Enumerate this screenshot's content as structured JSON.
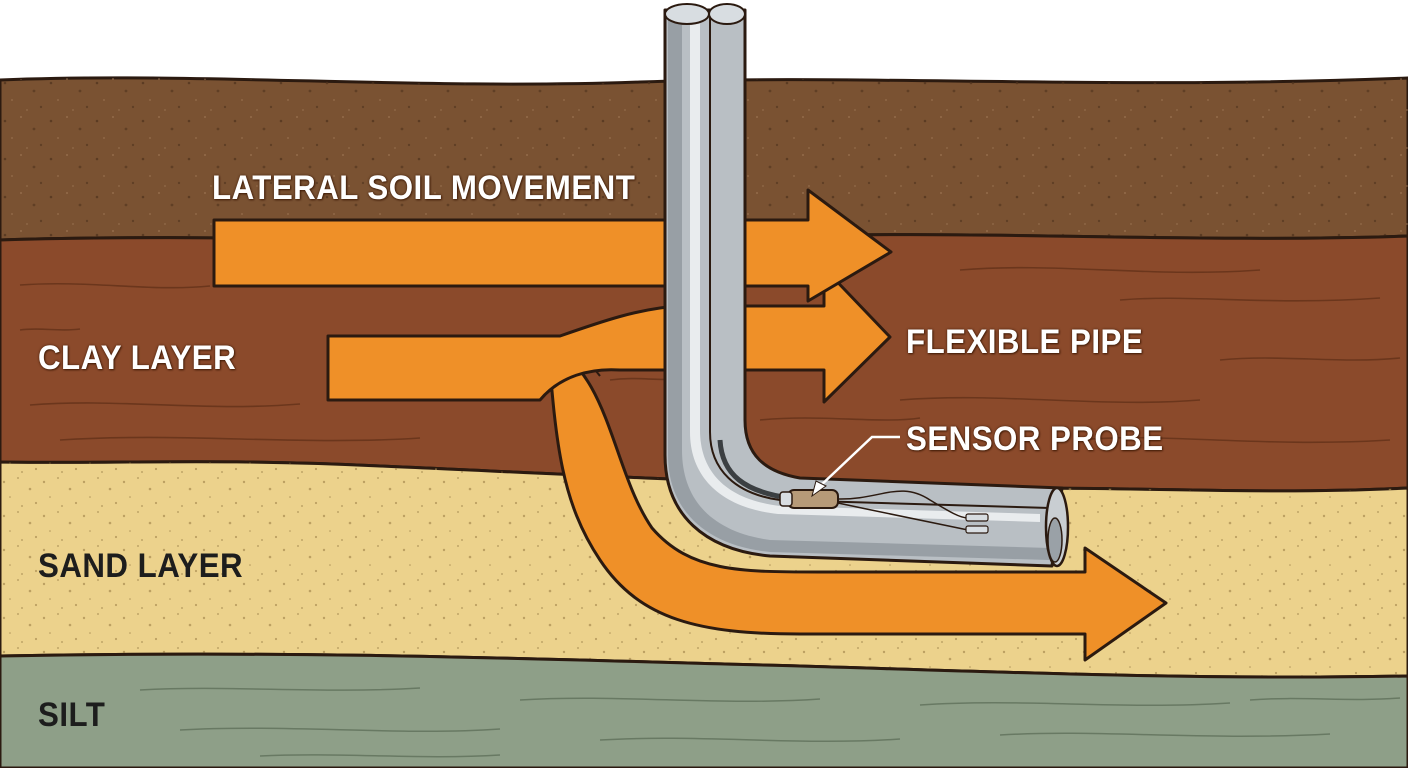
{
  "labels": {
    "lateral_soil_movement": "LATERAL SOIL MOVEMENT",
    "clay_layer": "CLAY LAYER",
    "flexible_pipe": "FLEXIBLE PIPE",
    "sensor_probe": "SENSOR PROBE",
    "sand_layer": "SAND LAYER",
    "silt": "SILT"
  },
  "colors": {
    "sky": "#ffffff",
    "topsoil": "#7a5232",
    "clay": "#8b4a2b",
    "sand": "#ecd28c",
    "silt": "#8e9f88",
    "arrow": "#ef9028",
    "arrow_outline": "#2b1a10",
    "pipe": "#b9bfc4",
    "pipe_highlight": "#eef1f3",
    "pipe_shadow": "#7d858c",
    "sensor": "#b69a78"
  },
  "icons": {
    "movement_arrows": "right-arrow-icon",
    "pipe": "bent-pipe-icon",
    "probe": "sensor-probe-icon"
  }
}
